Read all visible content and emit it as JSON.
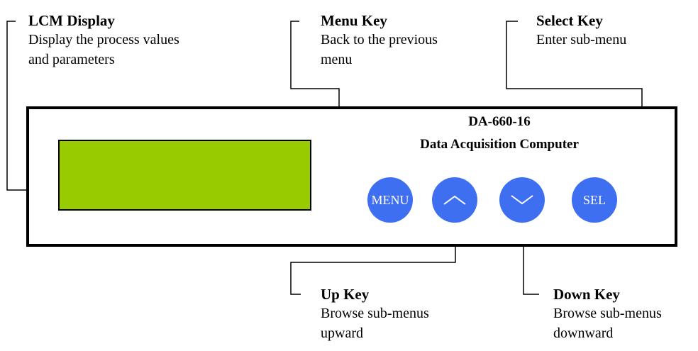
{
  "callouts": {
    "lcm": {
      "title": "LCM Display",
      "desc1": "Display the process values",
      "desc2": "and parameters"
    },
    "menu": {
      "title": "Menu Key",
      "desc1": "Back to the previous",
      "desc2": "menu"
    },
    "select": {
      "title": "Select Key",
      "desc1": "Enter sub-menu"
    },
    "up": {
      "title": "Up Key",
      "desc1": "Browse sub-menus",
      "desc2": "upward"
    },
    "down": {
      "title": "Down Key",
      "desc1": "Browse sub-menus",
      "desc2": "downward"
    }
  },
  "device": {
    "model": "DA-660-16",
    "name": "Data Acquisition Computer",
    "lcm_color": "#99cc00",
    "key_color": "#3d6ff0"
  },
  "keys": {
    "menu_label": "MENU",
    "sel_label": "SEL",
    "up_icon": "chevron-up-icon",
    "down_icon": "chevron-down-icon"
  }
}
